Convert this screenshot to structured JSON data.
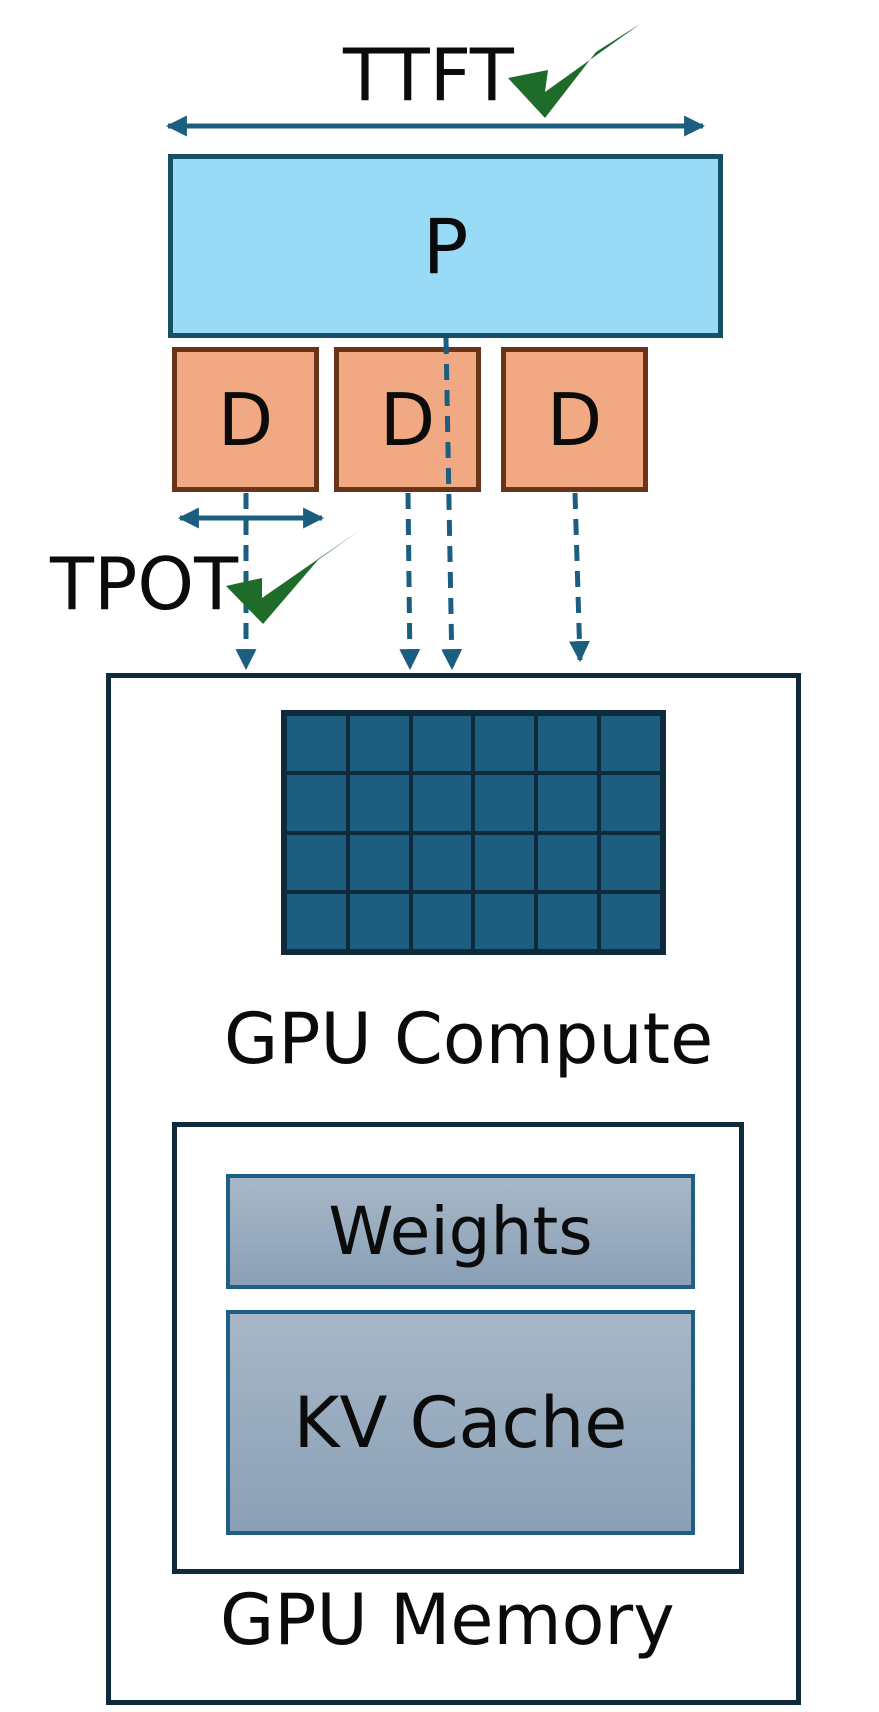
{
  "ttft": {
    "label": "TTFT"
  },
  "tpot": {
    "label": "TPOT"
  },
  "prefill": {
    "label": "P"
  },
  "decode": [
    {
      "label": "D"
    },
    {
      "label": "D"
    },
    {
      "label": "D"
    }
  ],
  "gpu_compute": {
    "label": "GPU Compute"
  },
  "gpu_memory": {
    "label": "GPU Memory",
    "weights_label": "Weights",
    "kv_cache_label": "KV Cache"
  },
  "colors": {
    "prefill_fill": "#99dbf6",
    "decode_fill": "#f1a984",
    "arrow": "#1b5e80",
    "check": "#1e6b2a",
    "compute_grid": "#1b5e80"
  },
  "icons": [
    "check-icon",
    "double-arrow",
    "dashed-arrow"
  ]
}
